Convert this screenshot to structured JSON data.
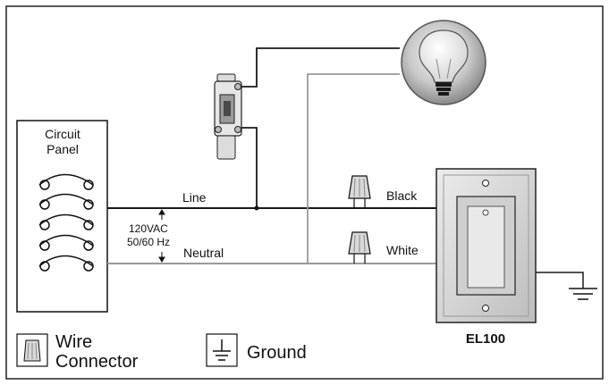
{
  "panel": {
    "title_line1": "Circuit",
    "title_line2": "Panel"
  },
  "wiring": {
    "line_label": "Line",
    "neutral_label": "Neutral",
    "voltage_line1": "120VAC",
    "voltage_line2": "50/60 Hz",
    "black_label": "Black",
    "white_label": "White"
  },
  "device": {
    "model": "EL100"
  },
  "legend": {
    "wire_connector_line1": "Wire",
    "wire_connector_line2": "Connector",
    "ground": "Ground"
  },
  "colors": {
    "black_wire": "#1a1a1a",
    "neutral_wire": "#9a9a9a",
    "frame": "#222222",
    "device_fill": "#dcdcdc"
  }
}
